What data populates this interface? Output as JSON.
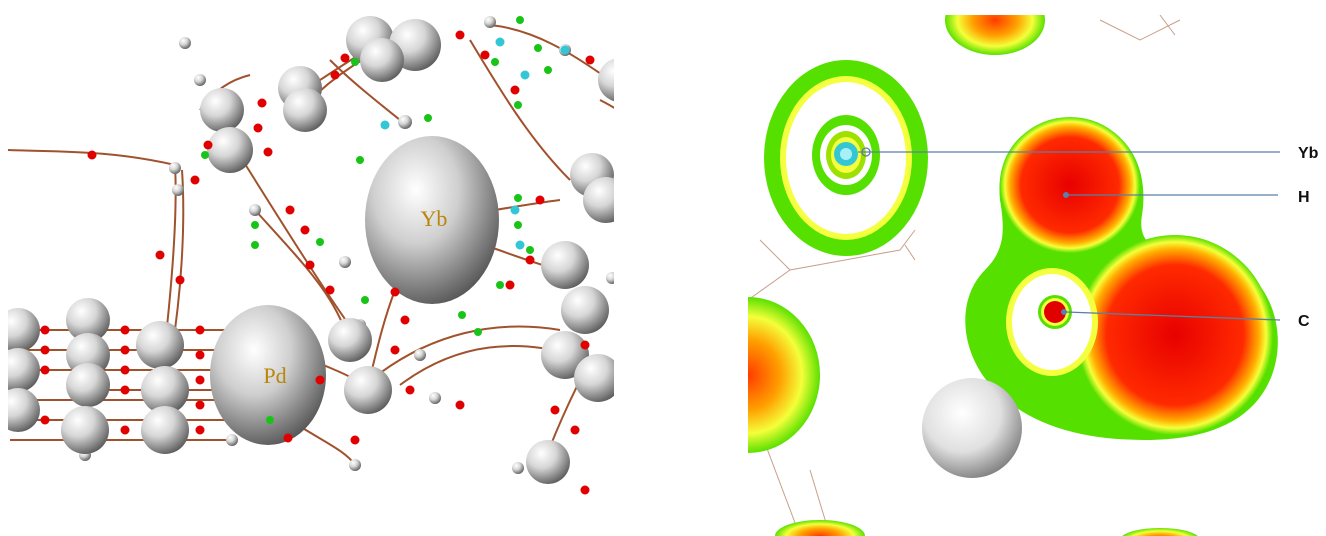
{
  "panels": {
    "left": {
      "atom_labels": {
        "yb": "Yb",
        "pd": "Pd"
      }
    },
    "right": {
      "labels": {
        "yb": "Yb",
        "h": "H",
        "c": "C"
      }
    }
  },
  "colors": {
    "background": "#ffffff",
    "atom_gray": "#bdbdbd",
    "bond_path": "#a0522d",
    "critical_point_red": "#e00000",
    "critical_point_green": "#19c419",
    "critical_point_cyan": "#33c7d6",
    "label_gold": "#b8860b",
    "contour_red": "#ff1a00",
    "contour_green": "#55e000",
    "contour_yellow": "#f4ff40",
    "leader_line": "#5b7fa6"
  }
}
